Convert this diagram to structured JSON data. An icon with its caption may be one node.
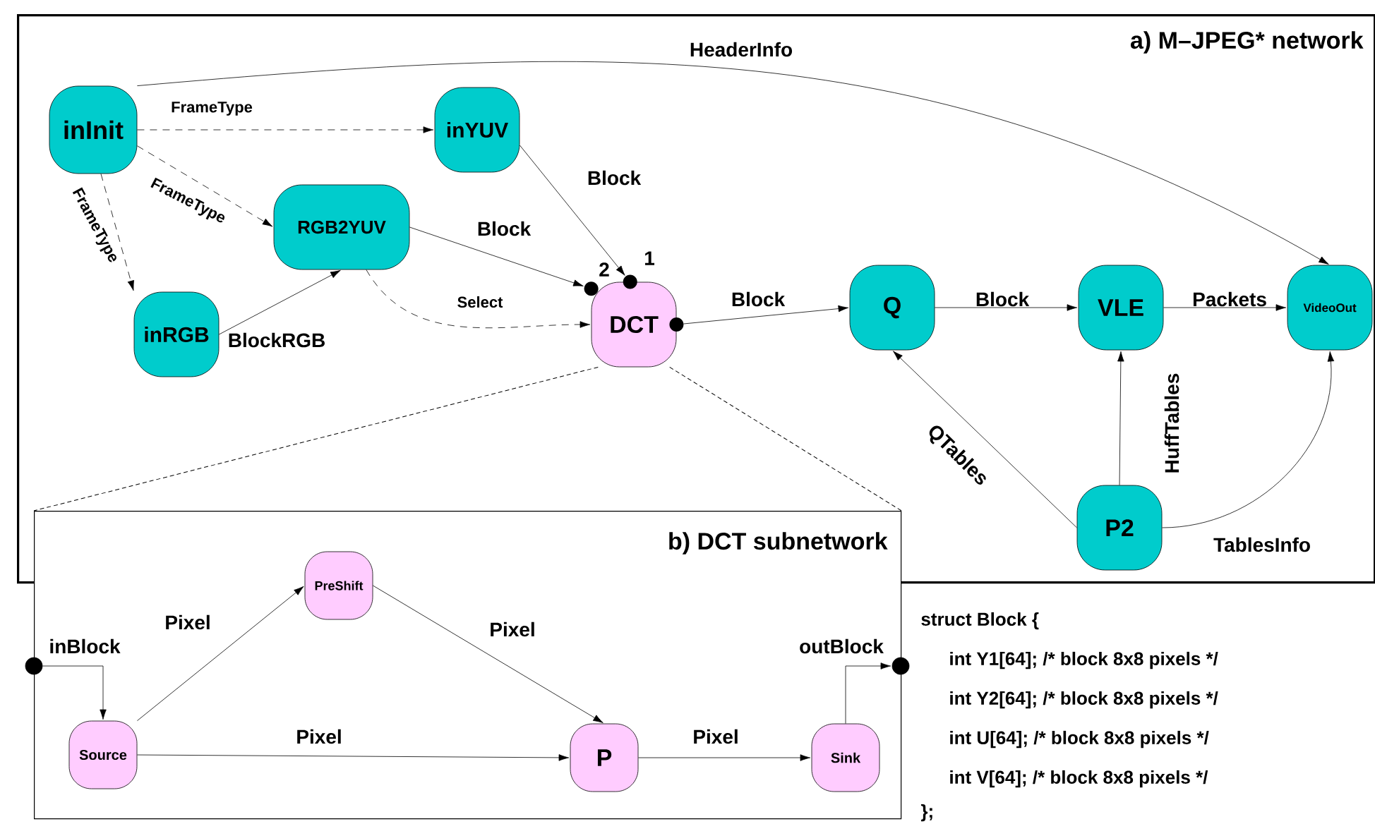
{
  "diagram": {
    "nodes": [
      {
        "text": [
          "a) M–JPEG* network"
        ]
      },
      {
        "text": [
          "inInit"
        ],
        "in": 0
      },
      {
        "text": [
          "inYUV"
        ],
        "in": 0
      },
      {
        "text": [
          "RGB2YUV"
        ],
        "in": 0
      },
      {
        "text": [
          "inRGB"
        ],
        "in": 0
      },
      {
        "text": [
          "DCT"
        ],
        "in": 0,
        "beside": [
          "2",
          "1"
        ]
      },
      {
        "text": [
          "Q"
        ],
        "in": 0
      },
      {
        "text": [
          "VLE"
        ],
        "in": 0
      },
      {
        "text": [
          "VideoOut"
        ],
        "in": 0
      },
      {
        "text": [
          "P2"
        ],
        "in": 0
      },
      {
        "text": [
          "b) DCT subnetwork"
        ]
      },
      {
        "text": [
          "PreShift"
        ],
        "in": 10
      },
      {
        "text": [
          "Source"
        ],
        "in": 10
      },
      {
        "text": [
          "P"
        ],
        "in": 10
      },
      {
        "text": [
          "Sink"
        ],
        "in": 10
      },
      {
        "text": [],
        "shape": "circle",
        "beside": [
          "inBlock"
        ]
      },
      {
        "text": [],
        "shape": "circle",
        "beside": [
          "outBlock"
        ]
      }
    ],
    "edges": [
      {
        "from": 1,
        "to": 8,
        "arrow": "to",
        "label": "HeaderInfo"
      },
      {
        "from": 1,
        "to": 2,
        "arrow": "to",
        "label": "FrameType",
        "style": "dashed"
      },
      {
        "from": 1,
        "to": 3,
        "arrow": "to",
        "label": "FrameType",
        "style": "dashed"
      },
      {
        "from": 1,
        "to": 4,
        "arrow": "to",
        "label": "FrameType",
        "style": "dashed"
      },
      {
        "from": 2,
        "to": 5,
        "arrow": "to",
        "label": "Block"
      },
      {
        "from": 3,
        "to": 5,
        "arrow": "to",
        "label": "Block"
      },
      {
        "from": 4,
        "to": 3,
        "arrow": "to",
        "label": "BlockRGB"
      },
      {
        "from": 3,
        "to": 5,
        "arrow": "to",
        "label": "Select",
        "style": "dashed"
      },
      {
        "from": 5,
        "to": 6,
        "arrow": "to",
        "label": "Block"
      },
      {
        "from": 6,
        "to": 7,
        "arrow": "to",
        "label": "Block"
      },
      {
        "from": 7,
        "to": 8,
        "arrow": "to",
        "label": "Packets"
      },
      {
        "from": 9,
        "to": 6,
        "arrow": "to",
        "label": "QTables"
      },
      {
        "from": 9,
        "to": 7,
        "arrow": "to",
        "label": "HuffTables"
      },
      {
        "from": 9,
        "to": 8,
        "arrow": "to",
        "label": "TablesInfo"
      },
      {
        "from": 5,
        "to": 10,
        "arrow": "none",
        "style": "dashed"
      },
      {
        "from": 5,
        "to": 10,
        "arrow": "none",
        "style": "dashed"
      },
      {
        "from": 15,
        "to": 12,
        "arrow": "to"
      },
      {
        "from": 12,
        "to": 11,
        "arrow": "to",
        "label": "Pixel"
      },
      {
        "from": 11,
        "to": 13,
        "arrow": "to",
        "label": "Pixel"
      },
      {
        "from": 12,
        "to": 13,
        "arrow": "to",
        "label": "Pixel"
      },
      {
        "from": 13,
        "to": 14,
        "arrow": "to",
        "label": "Pixel"
      },
      {
        "from": 14,
        "to": 16,
        "arrow": "to"
      }
    ],
    "labels": [
      "struct Block {",
      "int Y1[64]; /* block 8x8 pixels */",
      "int Y2[64]; /* block 8x8 pixels */",
      "int U[64];  /* block 8x8 pixels */",
      "int V[64];  /* block 8x8 pixels */",
      "};"
    ]
  }
}
